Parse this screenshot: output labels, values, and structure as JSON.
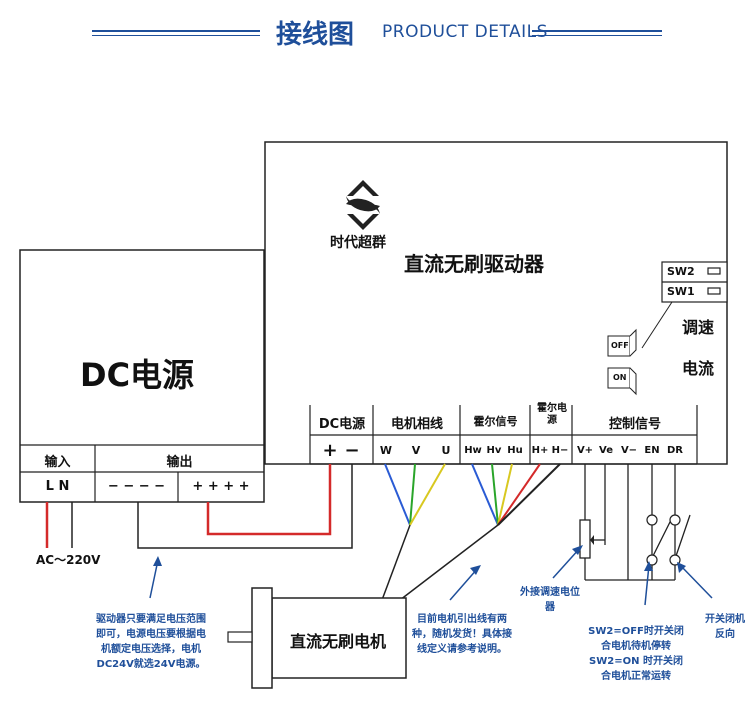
{
  "header": {
    "title_cn": "接线图",
    "title_en": "PRODUCT DETAILS"
  },
  "driver": {
    "brand": "时代超群",
    "title": "直流无刷驱动器",
    "sw2": "SW2",
    "sw1": "SW1",
    "speed_label": "调速",
    "current_label": "电流",
    "off_label": "OFF",
    "on_label": "ON",
    "terminal_groups": {
      "dc_power": "DC电源",
      "motor_phase": "电机相线",
      "hall_signal": "霍尔信号",
      "hall_power": "霍尔电源",
      "control_signal": "控制信号"
    },
    "pins": {
      "plus": "+",
      "minus": "−",
      "w": "W",
      "v": "V",
      "u": "U",
      "hw": "Hw",
      "hv": "Hv",
      "hu": "Hu",
      "h_plus": "H+",
      "h_minus": "H−",
      "v_plus": "V+",
      "ve": "Ve",
      "v_minus": "V−",
      "en": "EN",
      "dr": "DR"
    }
  },
  "power_supply": {
    "title": "DC电源",
    "input_label": "输入",
    "output_label": "输出",
    "input_pins": "L N",
    "output_minus": "− − − −",
    "output_plus": "+ + + +",
    "ac_label": "AC～220V"
  },
  "motor": {
    "label": "直流无刷电机"
  },
  "notes": {
    "psu_note": "驱动器只要满足电压范围即可，电源电压要根据电机额定电压选择，电机DC24V就选24V电源。",
    "motor_note": "目前电机引出线有两种，随机发货！具体接线定义请参考说明。",
    "pot_note": "外接调速电位器",
    "sw2_note": "SW2=OFF时开关闭合电机待机停转 SW2=ON 时开关闭合电机正常运转",
    "reverse_note": "开关闭机反向"
  },
  "colors": {
    "accent": "#1f4f9a",
    "wire_red": "#d42a2a",
    "wire_blue": "#2a5bd4",
    "wire_green": "#2aa52a",
    "wire_yellow": "#d8c820"
  }
}
